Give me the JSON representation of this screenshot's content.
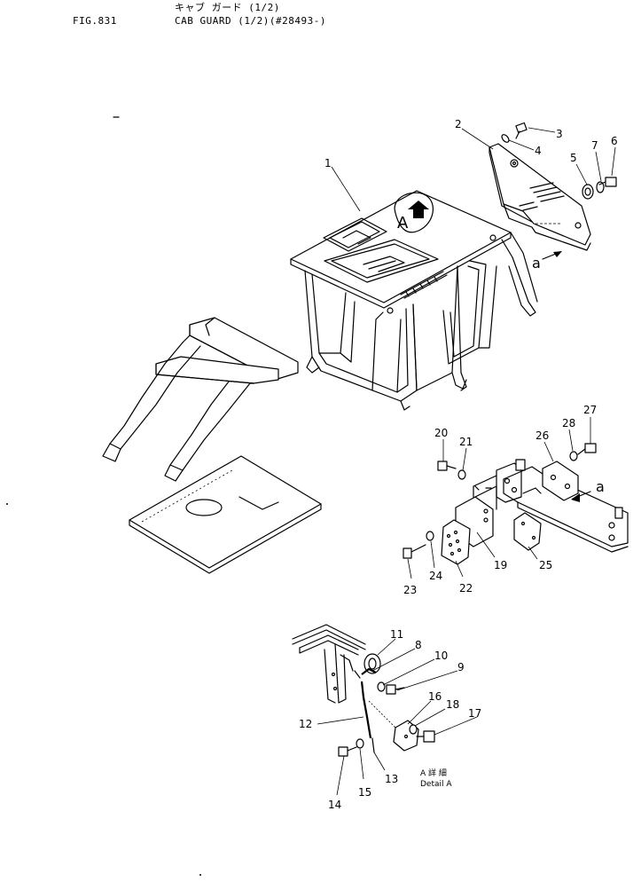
{
  "header": {
    "fig_no": "FIG.831",
    "title_jp": "キャブ ガード (1/2)",
    "title_en": "CAB GUARD (1/2)(#28493-)"
  },
  "detail_mark": "A",
  "arrow_a_label": "a",
  "detail": {
    "label_jp": "A 詳 細",
    "label_en": "Detail A"
  },
  "parts": [
    {
      "id": "1",
      "label": "1"
    },
    {
      "id": "2",
      "label": "2"
    },
    {
      "id": "3",
      "label": "3"
    },
    {
      "id": "4",
      "label": "4"
    },
    {
      "id": "5",
      "label": "5"
    },
    {
      "id": "6",
      "label": "6"
    },
    {
      "id": "7",
      "label": "7"
    },
    {
      "id": "8",
      "label": "8"
    },
    {
      "id": "9",
      "label": "9"
    },
    {
      "id": "10",
      "label": "10"
    },
    {
      "id": "11",
      "label": "11"
    },
    {
      "id": "12",
      "label": "12"
    },
    {
      "id": "13",
      "label": "13"
    },
    {
      "id": "14",
      "label": "14"
    },
    {
      "id": "15",
      "label": "15"
    },
    {
      "id": "16",
      "label": "16"
    },
    {
      "id": "17",
      "label": "17"
    },
    {
      "id": "18",
      "label": "18"
    },
    {
      "id": "19",
      "label": "19"
    },
    {
      "id": "20",
      "label": "20"
    },
    {
      "id": "21",
      "label": "21"
    },
    {
      "id": "22",
      "label": "22"
    },
    {
      "id": "23",
      "label": "23"
    },
    {
      "id": "24",
      "label": "24"
    },
    {
      "id": "25",
      "label": "25"
    },
    {
      "id": "26",
      "label": "26"
    },
    {
      "id": "27",
      "label": "27"
    },
    {
      "id": "28",
      "label": "28"
    }
  ]
}
